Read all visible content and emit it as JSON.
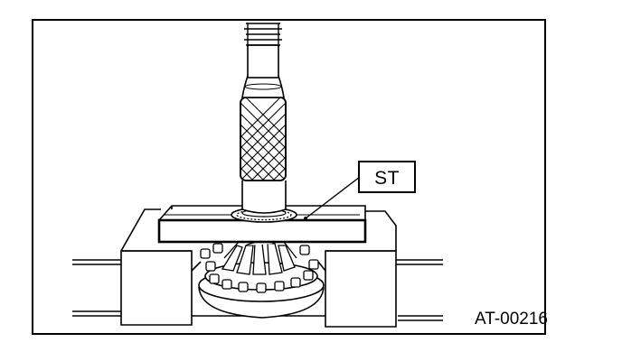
{
  "figure": {
    "callout_label": "ST",
    "figure_code": "AT-00216",
    "line_color": "#000000",
    "background_color": "#ffffff"
  },
  "parts": [
    {
      "name": "press-shaft",
      "icon": "threaded-shaft"
    },
    {
      "name": "special-tool-plate",
      "label": "ST"
    },
    {
      "name": "gear-assembly",
      "icon": "bevel-gear"
    },
    {
      "name": "support-block",
      "icon": "block"
    }
  ]
}
